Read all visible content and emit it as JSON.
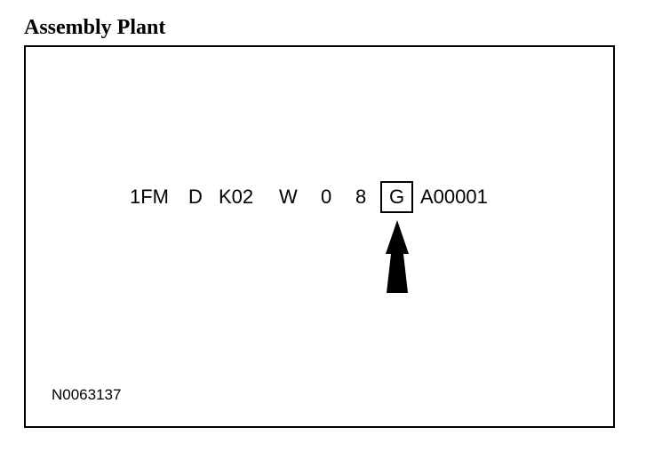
{
  "heading": "Assembly Plant",
  "vin": {
    "seg1": "1FM",
    "seg2": "D",
    "seg3": "K02",
    "seg4": "W",
    "seg5": "0",
    "seg6": "8",
    "highlighted": "G",
    "serial": "A00001"
  },
  "figure_id": "N0063137",
  "icons": {
    "pointer": "arrow-up-icon"
  }
}
